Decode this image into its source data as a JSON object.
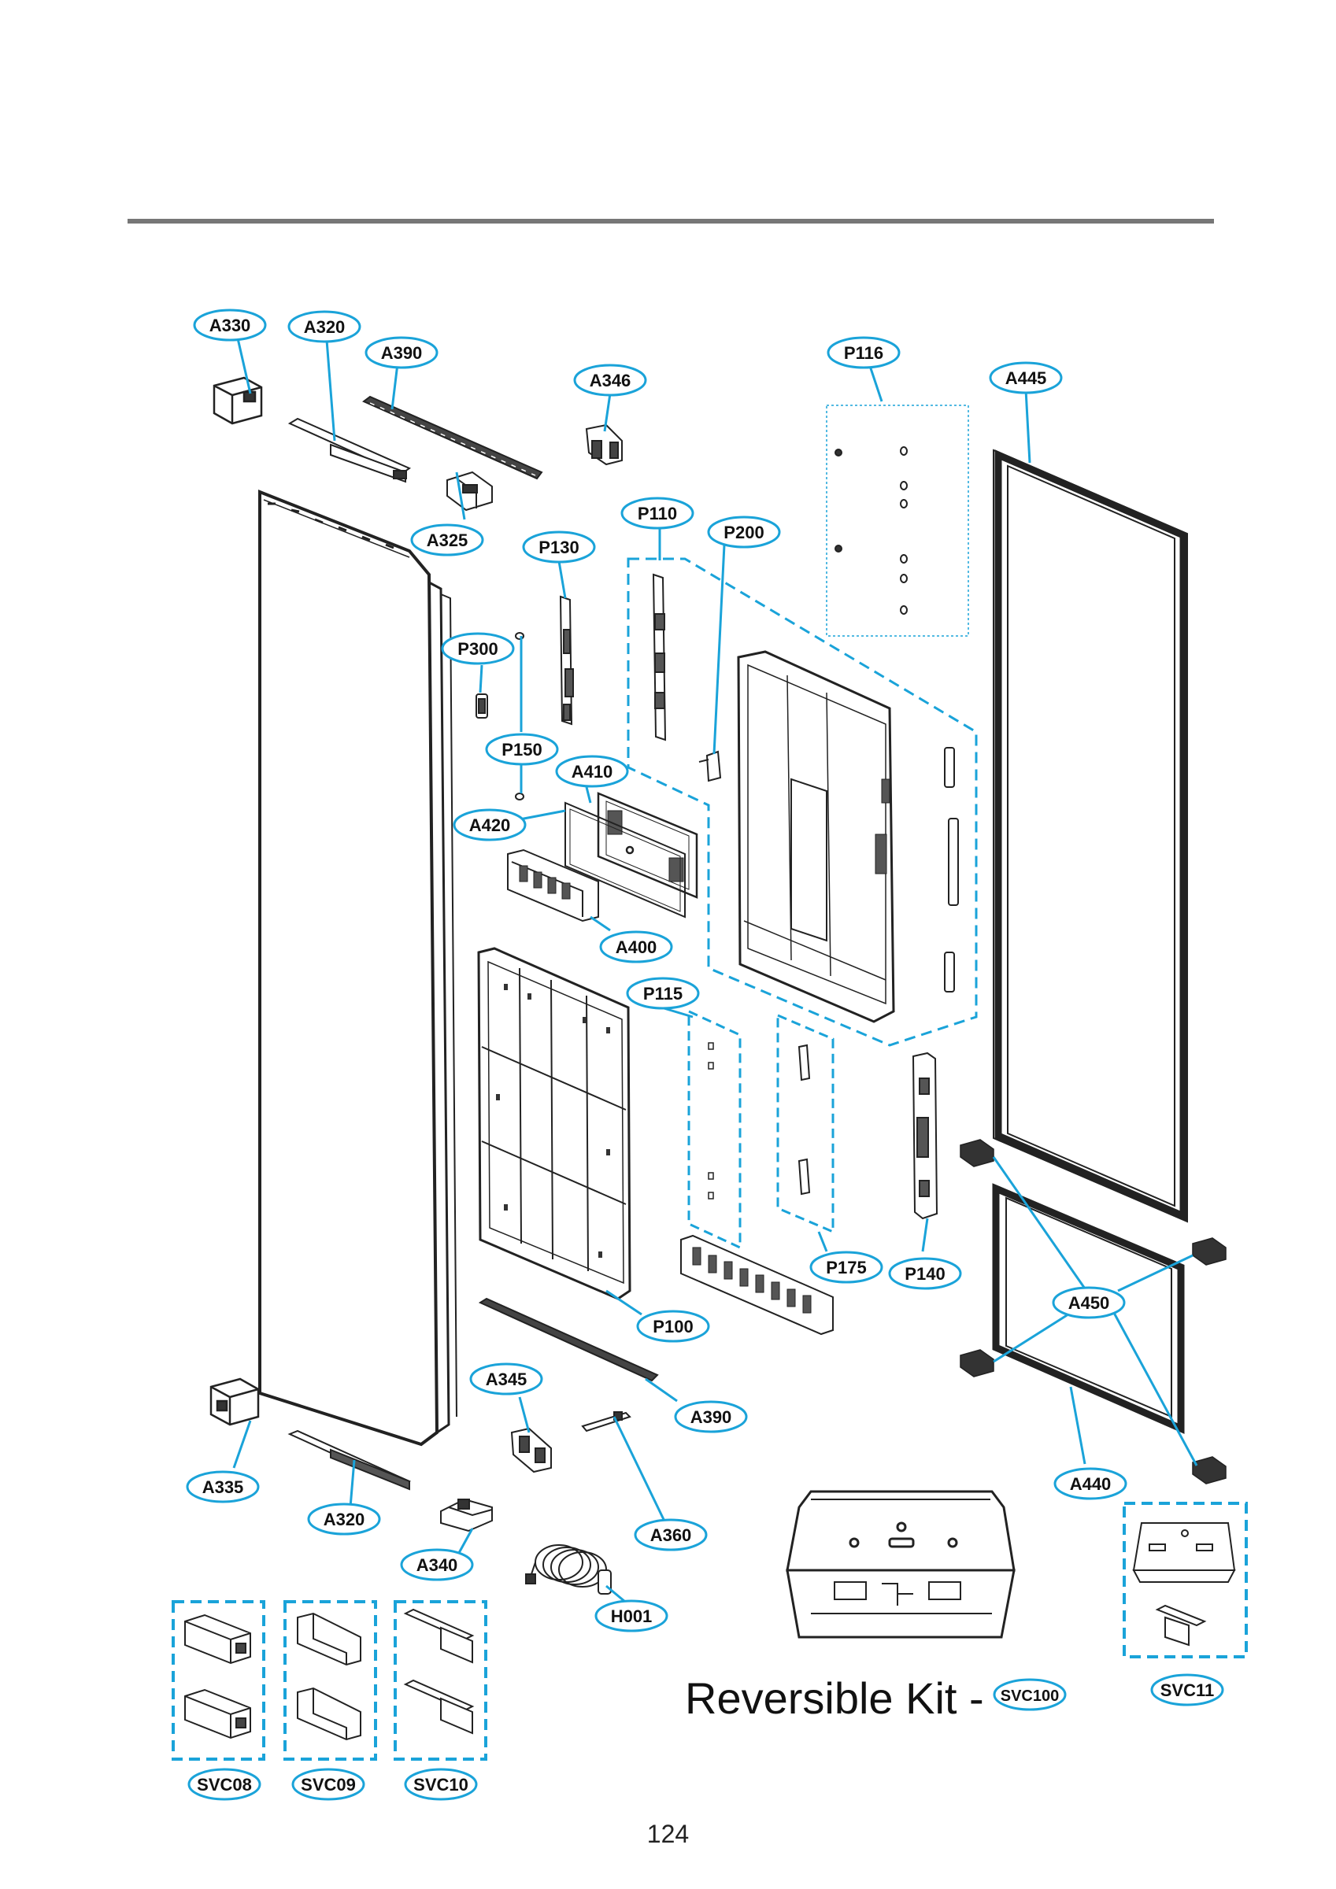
{
  "page_number": "124",
  "kit_title": "Reversible Kit -",
  "accent_color": "#1aa3d9",
  "line_color": "#555555",
  "callouts": [
    {
      "id": "A330"
    },
    {
      "id": "A320"
    },
    {
      "id": "A390"
    },
    {
      "id": "A346"
    },
    {
      "id": "P116"
    },
    {
      "id": "A445"
    },
    {
      "id": "P110"
    },
    {
      "id": "P200"
    },
    {
      "id": "A325"
    },
    {
      "id": "P130"
    },
    {
      "id": "P300"
    },
    {
      "id": "P150"
    },
    {
      "id": "A410"
    },
    {
      "id": "A420"
    },
    {
      "id": "A400"
    },
    {
      "id": "P115"
    },
    {
      "id": "P175"
    },
    {
      "id": "P140"
    },
    {
      "id": "A450"
    },
    {
      "id": "P100"
    },
    {
      "id": "A345"
    },
    {
      "id": "A390"
    },
    {
      "id": "A335"
    },
    {
      "id": "A440"
    },
    {
      "id": "A320"
    },
    {
      "id": "A360"
    },
    {
      "id": "A340"
    },
    {
      "id": "H001"
    },
    {
      "id": "SVC100"
    },
    {
      "id": "SVC11"
    },
    {
      "id": "SVC08"
    },
    {
      "id": "SVC09"
    },
    {
      "id": "SVC10"
    }
  ]
}
